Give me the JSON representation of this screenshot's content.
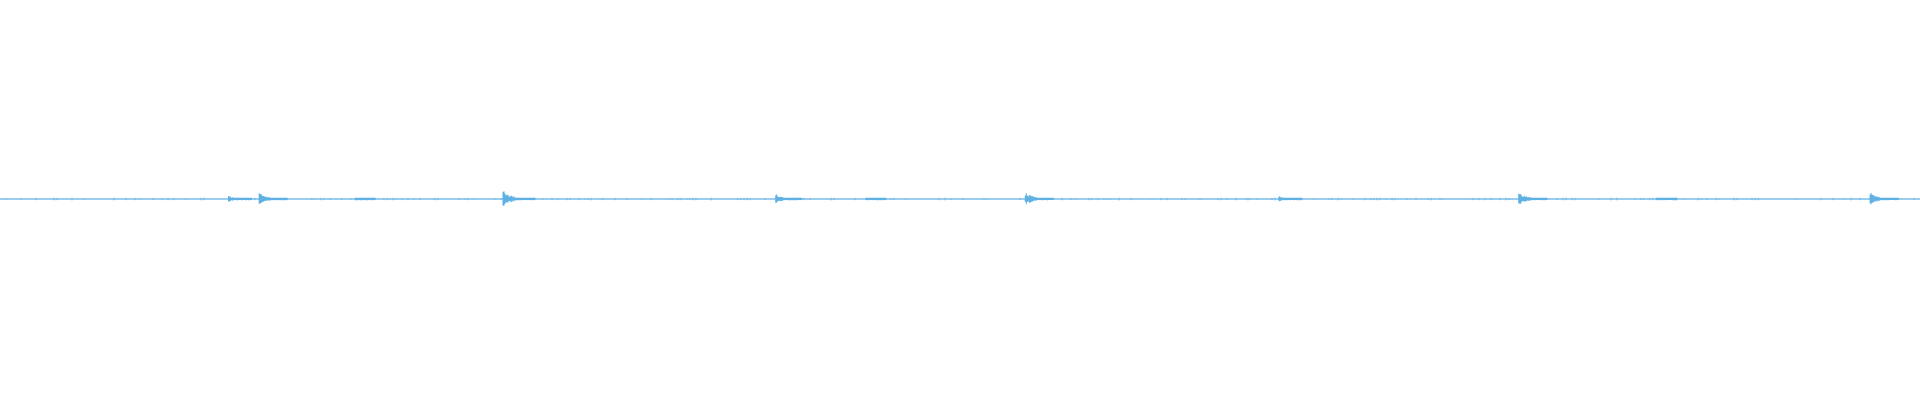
{
  "waveform": {
    "color": "#5fb0e3",
    "background": "#ffffff",
    "baseline_amplitude": 0.0,
    "events": [
      {
        "t": 0.119,
        "level": 0.06
      },
      {
        "t": 0.135,
        "level": 0.12
      },
      {
        "t": 0.185,
        "level": 0.03
      },
      {
        "t": 0.262,
        "level": 0.16
      },
      {
        "t": 0.404,
        "level": 0.09
      },
      {
        "t": 0.451,
        "level": 0.03
      },
      {
        "t": 0.534,
        "level": 0.12
      },
      {
        "t": 0.666,
        "level": 0.06
      },
      {
        "t": 0.791,
        "level": 0.12
      },
      {
        "t": 0.863,
        "level": 0.03
      },
      {
        "t": 0.974,
        "level": 0.12
      }
    ]
  }
}
